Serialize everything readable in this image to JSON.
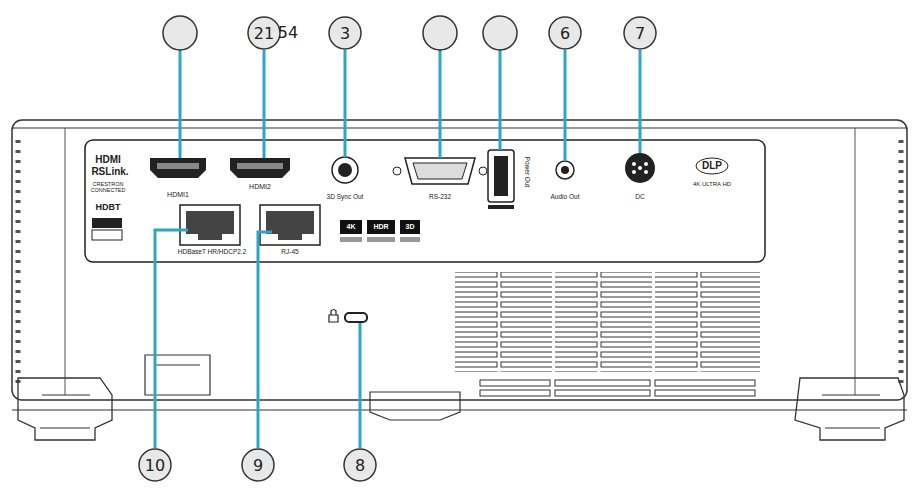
{
  "diagram": {
    "nodes": [
      {
        "text": [
          "21"
        ]
      },
      {
        "text": [
          "3"
        ]
      },
      {
        "text": [
          "6"
        ]
      },
      {
        "text": [
          "7"
        ]
      },
      {
        "text": [
          "10"
        ]
      },
      {
        "text": [
          "9"
        ]
      },
      {
        "text": [
          "8"
        ]
      }
    ],
    "labels": [
      "54",
      "HDMI",
      "RSLink.",
      "CRESTRON CONNECTED",
      "HDBT",
      "HDMI1",
      "HDMI2",
      "3D Sync Out",
      "RS-232",
      "Power Out",
      "Audio Out",
      "DC",
      "DLP",
      "4K ULTRA HD",
      "HDBaseT HR/HDCP2.2",
      "RJ-45",
      "4K",
      "HDR",
      "3D"
    ]
  }
}
